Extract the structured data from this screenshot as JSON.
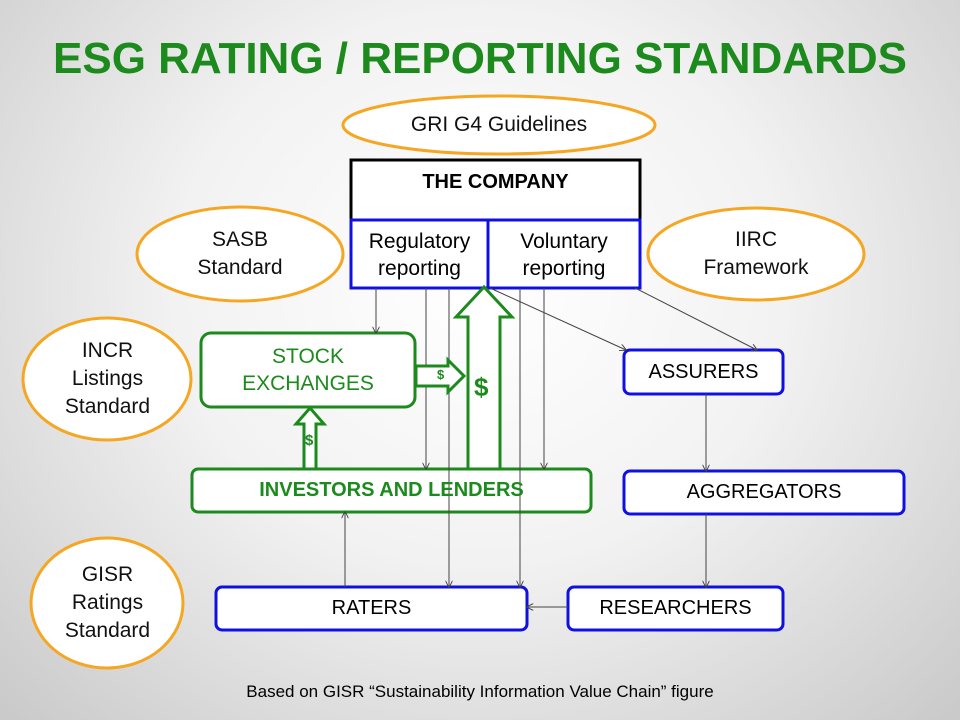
{
  "title": "ESG RATING / REPORTING STANDARDS",
  "footer": "Based on GISR “Sustainability Information Value Chain” figure",
  "standards": {
    "gri": "GRI G4 Guidelines",
    "sasb": "SASB Standard",
    "iirc": "IIRC Framework",
    "incr": "INCR Listings Standard",
    "gisr": "GISR Ratings Standard"
  },
  "company": {
    "title": "THE COMPANY",
    "regulatory": "Regulatory reporting",
    "voluntary": "Voluntary reporting"
  },
  "nodes": {
    "stock_exchanges": "STOCK EXCHANGES",
    "assurers": "ASSURERS",
    "investors": "INVESTORS AND LENDERS",
    "aggregators": "AGGREGATORS",
    "raters": "RATERS",
    "researchers": "RESEARCHERS"
  },
  "money": {
    "small_right": "$",
    "large_up": "$",
    "small_up": "$"
  },
  "colors": {
    "title_green": "#1c8a1c",
    "box_blue": "#1010e0",
    "box_green": "#1c8a1c",
    "oval_orange": "#f5a623"
  }
}
